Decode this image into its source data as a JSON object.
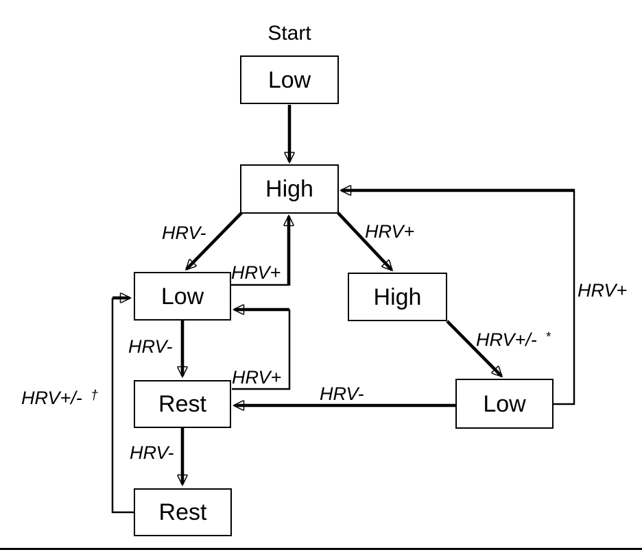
{
  "canvas": {
    "background": "#ffffff",
    "line_color": "#000000"
  },
  "start_label": "Start",
  "nodes": [
    {
      "id": "start-low",
      "label": "Low"
    },
    {
      "id": "high-main",
      "label": "High"
    },
    {
      "id": "low-left",
      "label": "Low"
    },
    {
      "id": "high-right",
      "label": "High"
    },
    {
      "id": "rest-mid",
      "label": "Rest"
    },
    {
      "id": "low-right",
      "label": "Low"
    },
    {
      "id": "rest-bottom",
      "label": "Rest"
    }
  ],
  "edges": [
    {
      "from": "start-low",
      "to": "high-main",
      "label": ""
    },
    {
      "from": "high-main",
      "to": "low-left",
      "label": "HRV-"
    },
    {
      "from": "low-left",
      "to": "high-main",
      "label": "HRV+"
    },
    {
      "from": "high-main",
      "to": "high-right",
      "label": "HRV+"
    },
    {
      "from": "high-right",
      "to": "low-right",
      "label": "HRV+/-",
      "label_sup": "*"
    },
    {
      "from": "low-right",
      "to": "high-main",
      "label": "HRV+"
    },
    {
      "from": "low-right",
      "to": "rest-mid",
      "label": "HRV-"
    },
    {
      "from": "low-left",
      "to": "rest-mid",
      "label": "HRV-"
    },
    {
      "from": "rest-mid",
      "to": "low-left",
      "label": "HRV+"
    },
    {
      "from": "rest-mid",
      "to": "rest-bottom",
      "label": "HRV-"
    },
    {
      "from": "rest-bottom",
      "to": "low-left",
      "label": "HRV+/-",
      "label_sup": "†"
    }
  ]
}
